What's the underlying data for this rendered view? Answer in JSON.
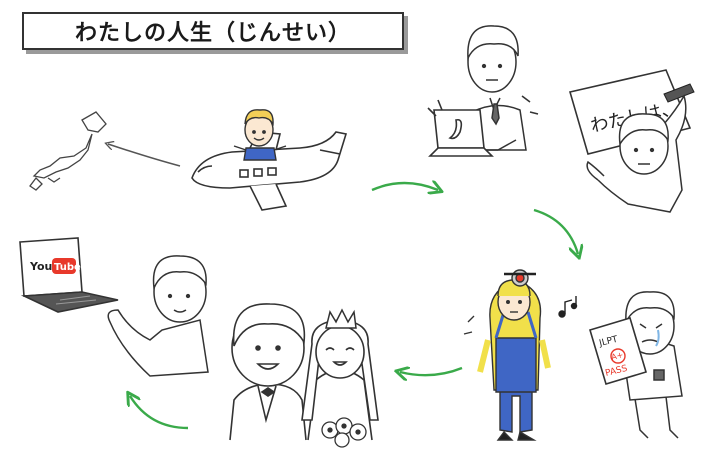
{
  "title": "わたしの人生（じんせい）",
  "sign_text": "わたしは、",
  "youtube_logo": {
    "you": "You",
    "tube": "Tube"
  },
  "certificate": {
    "line1": "JLPT",
    "grade": "A+",
    "result": "PASS"
  },
  "colors": {
    "arrow_green": "#3aaa4a",
    "youtube_red": "#e8392b",
    "minion_yellow": "#f1e04a",
    "overalls_blue": "#3f66c5",
    "hair_blond": "#f3cf57",
    "ink": "#222222"
  },
  "scenes": [
    {
      "name": "flight-from-japan",
      "icons": [
        "japan-map-icon",
        "airplane-icon"
      ]
    },
    {
      "name": "working-on-laptop",
      "icons": [
        "laptop-icon"
      ]
    },
    {
      "name": "learning-japanese",
      "icons": [
        "sign-board-icon",
        "marker-icon"
      ]
    },
    {
      "name": "passing-jlpt",
      "icons": [
        "certificate-icon"
      ]
    },
    {
      "name": "minion-costume",
      "icons": [
        "music-note-icon"
      ]
    },
    {
      "name": "wedding",
      "icons": [
        "bouquet-icon",
        "crown-icon"
      ]
    },
    {
      "name": "youtuber",
      "icons": [
        "laptop-icon",
        "youtube-logo-icon"
      ]
    }
  ]
}
